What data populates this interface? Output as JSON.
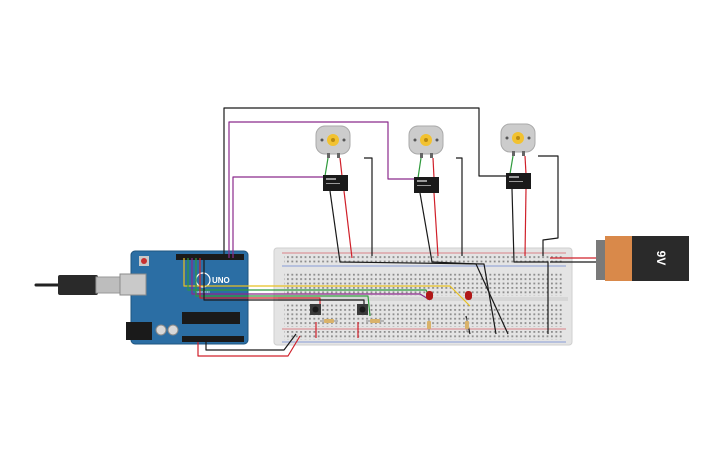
{
  "board": {
    "label": "UNO",
    "brand": "ARDUINO"
  },
  "battery": {
    "label": "9V"
  },
  "colors": {
    "board": "#2b6ea4",
    "breadboard": "#e4e4e4",
    "wire_black": "#1a1a1a",
    "wire_red": "#d0202a",
    "wire_purple": "#8b2a8c",
    "wire_green": "#2f9a3c",
    "wire_yellow": "#e8c020",
    "battery_body": "#d9894a",
    "battery_cap": "#2a2a2a"
  }
}
